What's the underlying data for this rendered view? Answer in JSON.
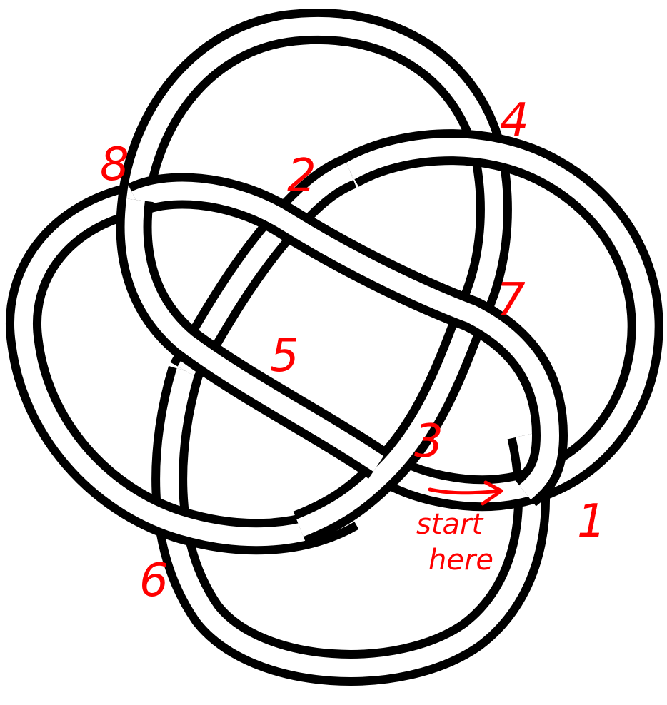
{
  "diagram": {
    "background_color": "#ffffff",
    "band_color": "#000000",
    "annotation_color": "#ff0000",
    "crossing_labels": [
      "1",
      "2",
      "3",
      "4",
      "5",
      "6",
      "7",
      "8"
    ],
    "start_note": [
      "start",
      "here"
    ]
  }
}
